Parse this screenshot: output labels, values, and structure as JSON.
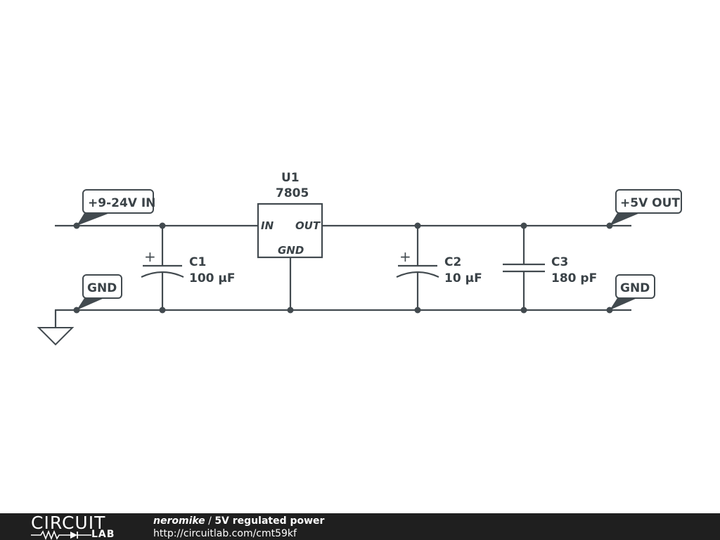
{
  "schematic": {
    "u1": {
      "ref": "U1",
      "part": "7805",
      "pin_in": "IN",
      "pin_out": "OUT",
      "pin_gnd": "GND"
    },
    "c1": {
      "ref": "C1",
      "value": "100 µF",
      "polarity": "+"
    },
    "c2": {
      "ref": "C2",
      "value": "10 µF",
      "polarity": "+"
    },
    "c3": {
      "ref": "C3",
      "value": "180 pF"
    },
    "net_labels": {
      "input": "+9-24V IN",
      "gnd_left": "GND",
      "output": "+5V OUT",
      "gnd_right": "GND"
    }
  },
  "footer": {
    "brand_circuit": "CIRCUIT",
    "brand_lab": "LAB",
    "author": "neromike",
    "separator": "/",
    "title": "5V regulated power",
    "url": "http://circuitlab.com/cmt59kf"
  },
  "colors": {
    "ink": "#424a4f",
    "footer_bg": "#1f1f1f"
  }
}
